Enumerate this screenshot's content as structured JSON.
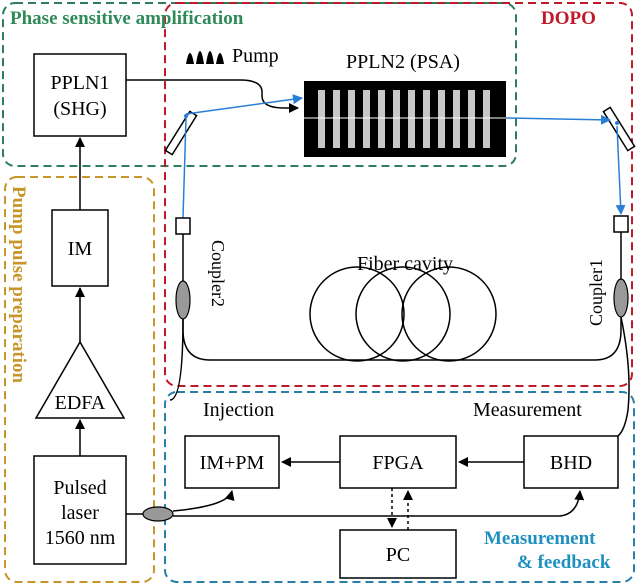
{
  "regions": {
    "psa_title": "Phase sensitive amplification",
    "dopo_title": "DOPO",
    "pump_prep_title": "Pump pulse preparation",
    "measurement_title_line1": "Measurement",
    "measurement_title_line2": "& feedback"
  },
  "components": {
    "ppln1_line1": "PPLN1",
    "ppln1_line2": "(SHG)",
    "im": "IM",
    "edfa": "EDFA",
    "laser_line1": "Pulsed",
    "laser_line2": "laser",
    "laser_line3": "1560 nm",
    "pump": "Pump",
    "ppln2": "PPLN2 (PSA)",
    "coupler2": "Coupler2",
    "coupler1": "Coupler1",
    "fiber_cavity": "Fiber cavity",
    "injection": "Injection",
    "measurement": "Measurement",
    "im_pm": "IM+PM",
    "fpga": "FPGA",
    "bhd": "BHD",
    "pc": "PC"
  },
  "colors": {
    "psa_border": "#2e7d5b",
    "dopo_border": "#c0192b",
    "pump_border": "#c8952a",
    "meas_border": "#2a7fa8",
    "psa_title": "#2e8b57",
    "dopo_title": "#c0192b",
    "pump_title": "#c8952a",
    "meas_title": "#1e90c0",
    "beam": "#2a7fd4"
  }
}
